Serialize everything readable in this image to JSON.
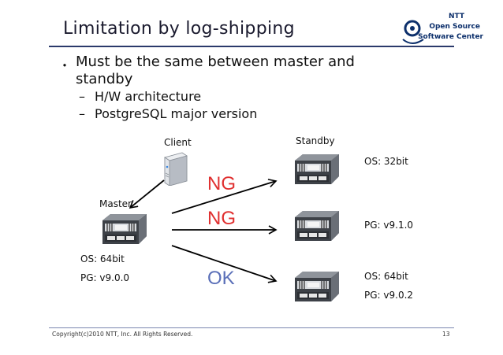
{
  "slide": {
    "title": "Limitation by log-shipping",
    "logo": {
      "line1": "NTT",
      "line2": "Open Source",
      "line3": "Software Center"
    },
    "bullet": "Must be the same between master and standby",
    "subbullets": [
      "H/W architecture",
      "PostgreSQL major version"
    ],
    "footer": "Copyright(c)2010 NTT, Inc. All Rights Reserved.",
    "page_number": "13"
  },
  "diagram": {
    "client_label": "Client",
    "master_label": "Master",
    "standby_label": "Standby",
    "master_os": "OS: 64bit",
    "master_pg": "PG: v9.0.0",
    "standby1_os": "OS: 32bit",
    "standby2_pg": "PG: v9.1.0",
    "standby3_os": "OS: 64bit",
    "standby3_pg": "PG: v9.0.2",
    "result1": "NG",
    "result2": "NG",
    "result3": "OK"
  }
}
